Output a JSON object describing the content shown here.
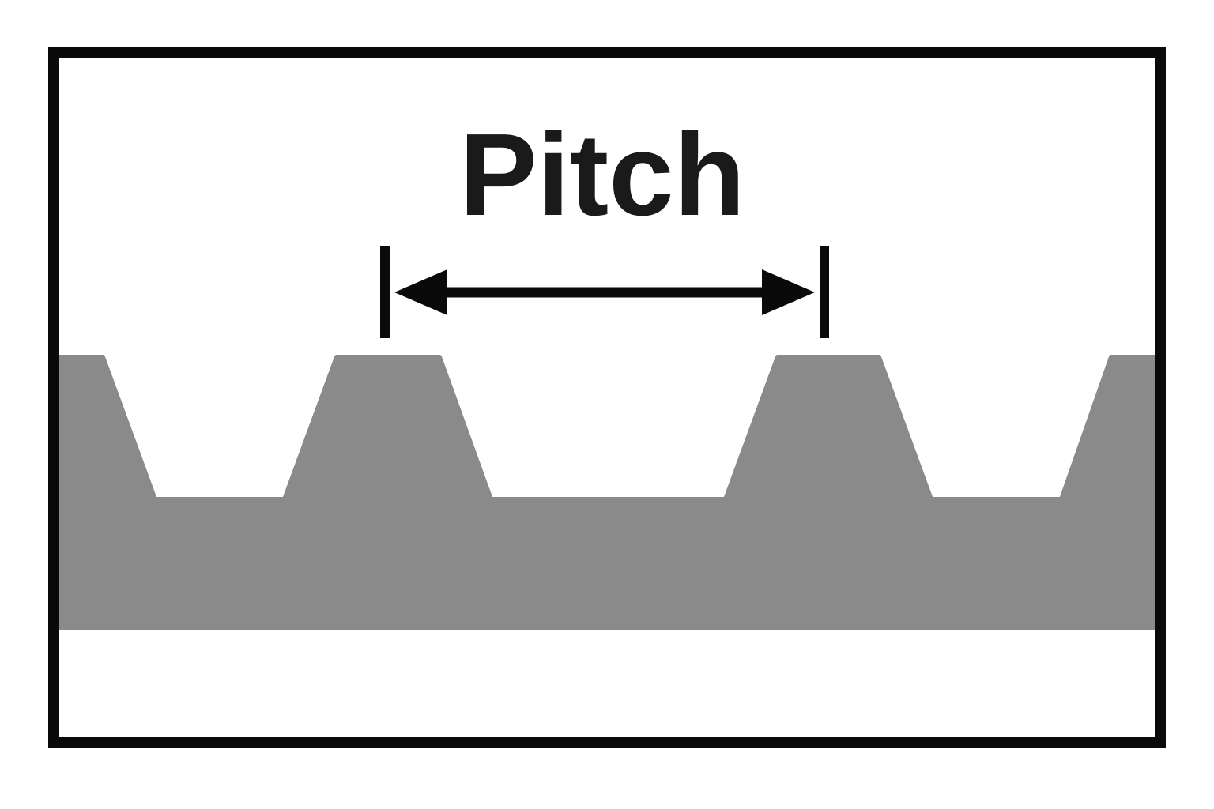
{
  "diagram": {
    "title": "Pitch",
    "type": "gear-rack-pitch-dimension-diagram",
    "colors": {
      "outline": "#0a0a0a",
      "tooth_fill": "#8a8a8a",
      "background": "#ffffff",
      "text": "#1a1a1a"
    },
    "dimension": {
      "label": "Pitch"
    }
  }
}
